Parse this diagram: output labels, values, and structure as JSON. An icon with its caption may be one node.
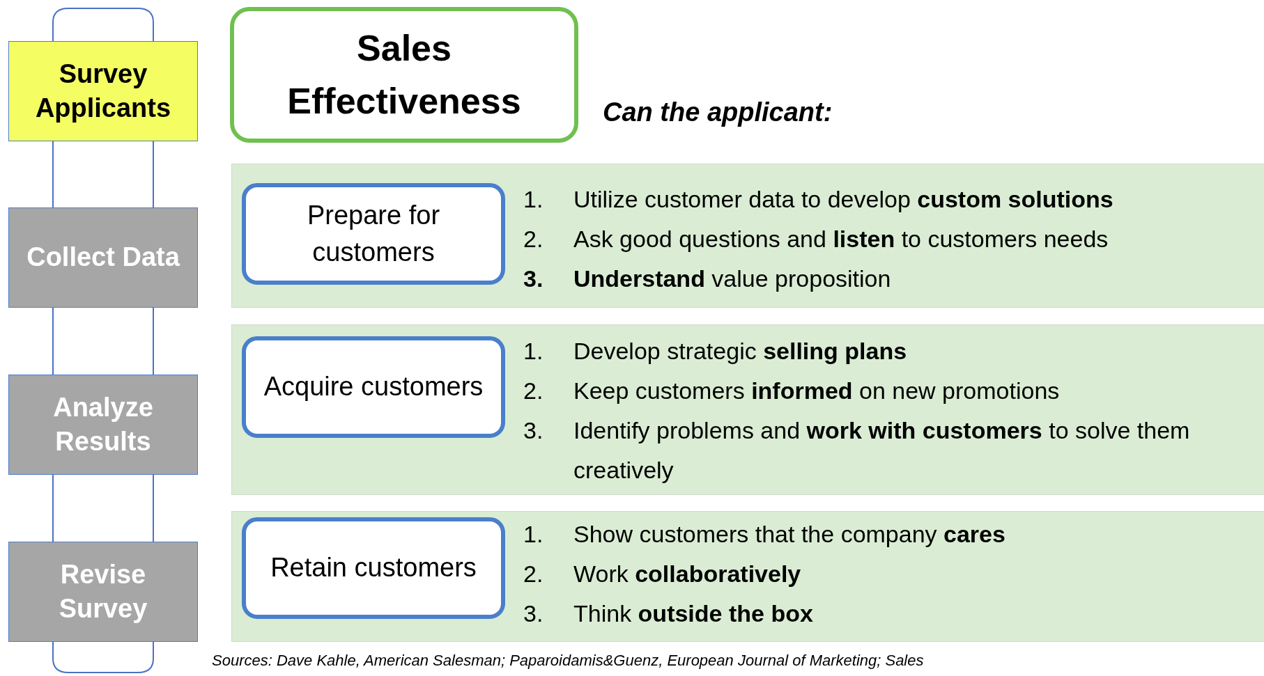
{
  "diagram": {
    "nodes": [
      {
        "text": [
          "Survey Applicants"
        ]
      },
      {
        "text": [
          "Collect Data"
        ]
      },
      {
        "text": [
          "Analyze Results"
        ]
      },
      {
        "text": [
          "Revise Survey"
        ]
      },
      {
        "text": [
          "Sales Effectiveness"
        ]
      },
      {
        "text": [
          "1. Utilize customer data to develop **custom solutions**",
          "2. Ask good questions and **listen** to customers needs",
          "**3.** **Understand** value proposition"
        ]
      },
      {
        "text": [
          "Prepare for customers"
        ],
        "in": 5
      },
      {
        "text": [
          "1. Develop strategic **selling plans**",
          "2. Keep customers **informed** on new promotions",
          "3. Identify problems and **work with customers** to solve them creatively"
        ]
      },
      {
        "text": [
          "Acquire customers"
        ],
        "in": 7
      },
      {
        "text": [
          "1. Show customers that the company **cares**",
          "2. Work **collaboratively**",
          "3. Think **outside the box**"
        ]
      },
      {
        "text": [
          "Retain customers"
        ],
        "in": 9
      }
    ],
    "edges": [
      {
        "from": 0,
        "to": 1,
        "arrow": "none"
      },
      {
        "from": 1,
        "to": 2,
        "arrow": "none"
      },
      {
        "from": 2,
        "to": 3,
        "arrow": "none"
      }
    ],
    "labels": [
      "Can the applicant:",
      "Sources: Dave Kahle, American Salesman; Paparoidamis&Guenz, European Journal of Marketing; Sales"
    ]
  }
}
